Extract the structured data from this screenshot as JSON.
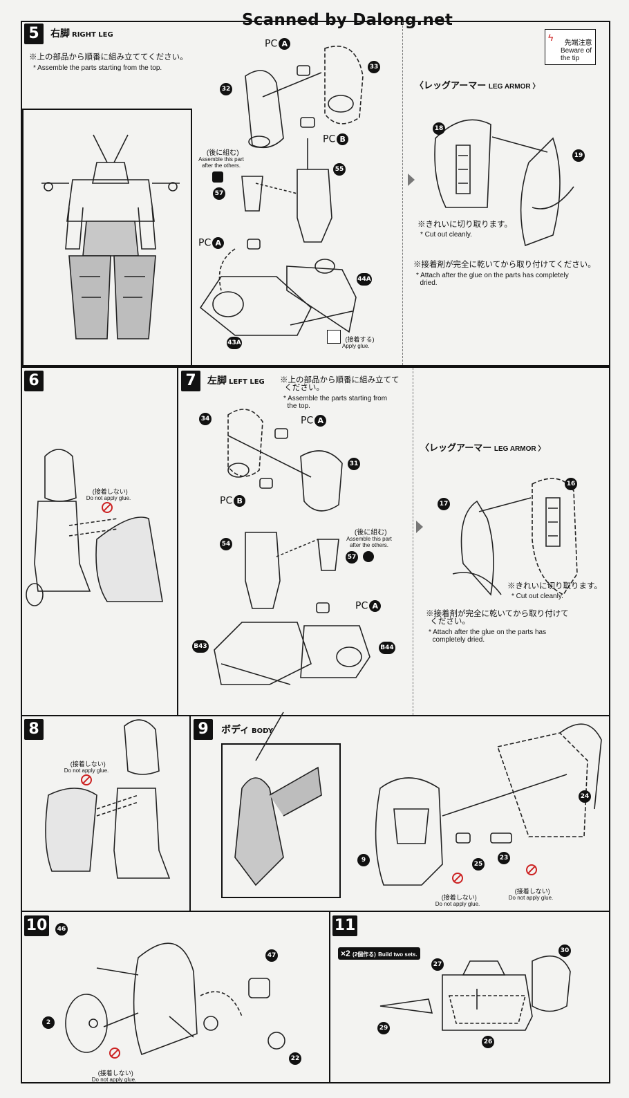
{
  "watermark": "Scanned by Dalong.net",
  "caution_box": {
    "jp": "先端注意",
    "en": "Beware of\nthe tip"
  },
  "step5": {
    "number": "5",
    "title_jp": "右脚",
    "title_en": "RIGHT LEG",
    "note_jp": "※上の部品から順番に組み立ててください。",
    "note_en": "* Assemble the parts starting from the top.",
    "parts": [
      "32",
      "33",
      "55",
      "57",
      "44A",
      "43A"
    ],
    "pc_a": "A",
    "pc_b": "B",
    "pc_label": "PC",
    "later_jp": "(後に組む)",
    "later_en": "Assemble this part\nafter the others.",
    "glue_jp": "(接着する)",
    "glue_en": "Apply glue.",
    "legarmor_jp": "〈レッグアーマー",
    "legarmor_en": "LEG ARMOR 〉",
    "armor_parts": [
      "18",
      "19"
    ],
    "cut_jp": "※きれいに切り取ります。",
    "cut_en": "* Cut out cleanly.",
    "attach_jp": "※接着剤が完全に乾いてから取り付けてください。",
    "attach_en": "* Attach after the glue on the parts has completely\n  dried."
  },
  "step6": {
    "number": "6",
    "noglue_jp": "(接着しない)",
    "noglue_en": "Do not apply glue."
  },
  "step7": {
    "number": "7",
    "title_jp": "左脚",
    "title_en": "LEFT LEG",
    "note_jp": "※上の部品から順番に組み立てて\n  ください。",
    "note_en": "* Assemble the parts starting from\n  the top.",
    "parts": [
      "34",
      "31",
      "54",
      "57",
      "B43",
      "B44"
    ],
    "later_jp": "(後に組む)",
    "later_en": "Assemble this part\nafter the others.",
    "legarmor_jp": "〈レッグアーマー",
    "legarmor_en": "LEG ARMOR 〉",
    "armor_parts": [
      "17",
      "16"
    ],
    "cut_jp": "※きれいに切り取ります。",
    "cut_en": "* Cut out cleanly.",
    "attach_jp": "※接着剤が完全に乾いてから取り付けて\n  ください。",
    "attach_en": "* Attach after the glue on the parts has\n  completely dried."
  },
  "step8": {
    "number": "8",
    "noglue_jp": "(接着しない)",
    "noglue_en": "Do not apply glue."
  },
  "step9": {
    "number": "9",
    "title_jp": "ボディ",
    "title_en": "BODY",
    "parts": [
      "24",
      "9",
      "25",
      "23"
    ],
    "noglue_jp": "(接着しない)",
    "noglue_en": "Do not apply glue."
  },
  "step10": {
    "number": "10",
    "parts": [
      "46",
      "47",
      "2",
      "22"
    ],
    "noglue_jp": "(接着しない)",
    "noglue_en": "Do not apply glue."
  },
  "step11": {
    "number": "11",
    "x2": "×2",
    "x2_jp": "(2個作る)",
    "x2_en": "Build two sets.",
    "parts": [
      "27",
      "30",
      "29",
      "26"
    ]
  }
}
